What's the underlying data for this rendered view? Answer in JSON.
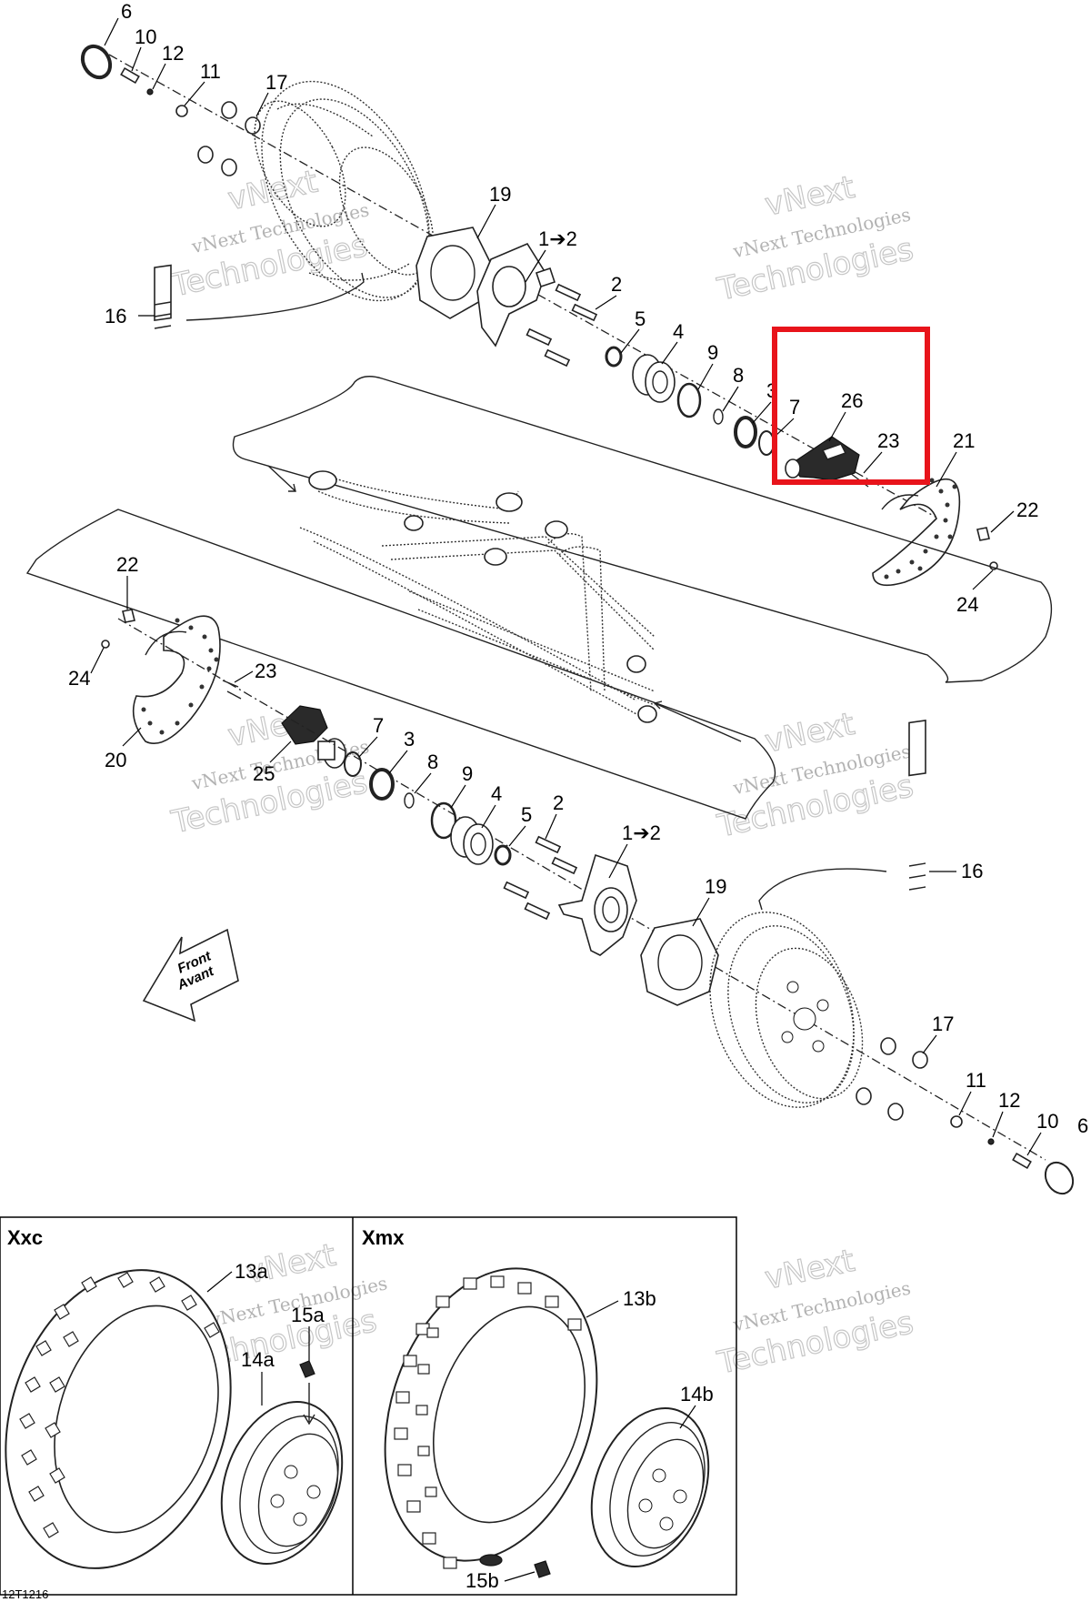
{
  "diagram": {
    "figure_code": "12T1216",
    "front_arrow": {
      "line1": "Front",
      "line2": "Avant"
    },
    "watermark": {
      "line1": "vNext",
      "line2": "vNext Technologies",
      "line3": "Technologies"
    },
    "panels": {
      "left_title": "Xxc",
      "right_title": "Xmx"
    },
    "highlight_color": "#e8141b",
    "callouts": {
      "top_6": "6",
      "top_10": "10",
      "top_12": "12",
      "top_11": "11",
      "top_17": "17",
      "top_19": "19",
      "top_1to2": "1➔2",
      "top_2": "2",
      "top_16": "16",
      "top_5": "5",
      "top_4": "4",
      "top_9": "9",
      "top_8": "8",
      "top_3": "3",
      "top_7": "7",
      "top_26": "26",
      "top_23": "23",
      "top_21": "21",
      "top_22": "22",
      "top_24": "24",
      "left_22": "22",
      "left_24": "24",
      "left_23": "23",
      "left_20": "20",
      "left_25": "25",
      "bot_7": "7",
      "bot_3": "3",
      "bot_8": "8",
      "bot_9": "9",
      "bot_4": "4",
      "bot_5": "5",
      "bot_2": "2",
      "bot_1to2": "1➔2",
      "bot_19": "19",
      "bot_16": "16",
      "bot_17": "17",
      "bot_11": "11",
      "bot_12": "12",
      "bot_10": "10",
      "bot_6": "6",
      "p_13a": "13a",
      "p_15a": "15a",
      "p_14a": "14a",
      "p_13b": "13b",
      "p_14b": "14b",
      "p_15b": "15b"
    }
  }
}
